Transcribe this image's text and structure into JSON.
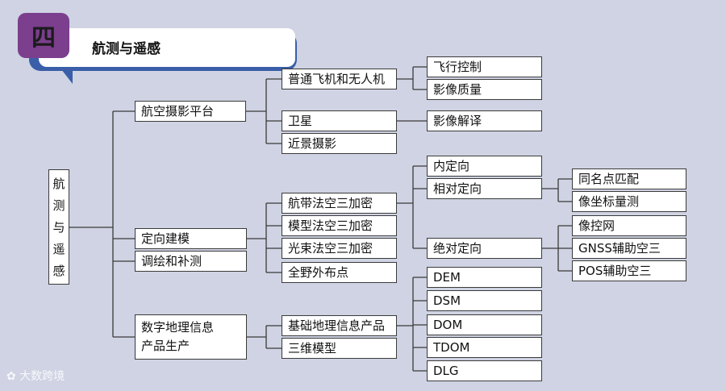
{
  "header": {
    "badge": "四",
    "title": "航测与遥感"
  },
  "root": [
    "航",
    "测",
    "与",
    "遥",
    "感"
  ],
  "level1": {
    "platform": "航空摄影平台",
    "orientation": "定向建模",
    "survey": "调绘和补测",
    "digital_line1": "数字地理信息",
    "digital_line2": "产品生产"
  },
  "level2": {
    "ordinary": "普通飞机和无人机",
    "satellite": "卫星",
    "close_range": "近景摄影",
    "strip": "航带法空三加密",
    "model": "模型法空三加密",
    "bundle": "光束法空三加密",
    "field": "全野外布点",
    "basic_products": "基础地理信息产品",
    "three_d": "三维模型"
  },
  "level3": {
    "flight_control": "飞行控制",
    "image_quality": "影像质量",
    "image_interp": "影像解译",
    "inner": "内定向",
    "relative": "相对定向",
    "absolute": "绝对定向",
    "dem": "DEM",
    "dsm": "DSM",
    "dom": "DOM",
    "tdom": "TDOM",
    "dlg": "DLG"
  },
  "level4": {
    "homonymous": "同名点匹配",
    "image_coord": "像坐标量测",
    "image_control": "像控网",
    "gnss": "GNSS辅助空三",
    "pos": "POS辅助空三"
  },
  "watermark": "大数跨境",
  "colors": {
    "background": "#cfd3e3",
    "badge": "#7b3f8e",
    "banner_blue": "#3a5ea8",
    "box_fill": "#ffffff",
    "line": "#3a3a3a"
  }
}
